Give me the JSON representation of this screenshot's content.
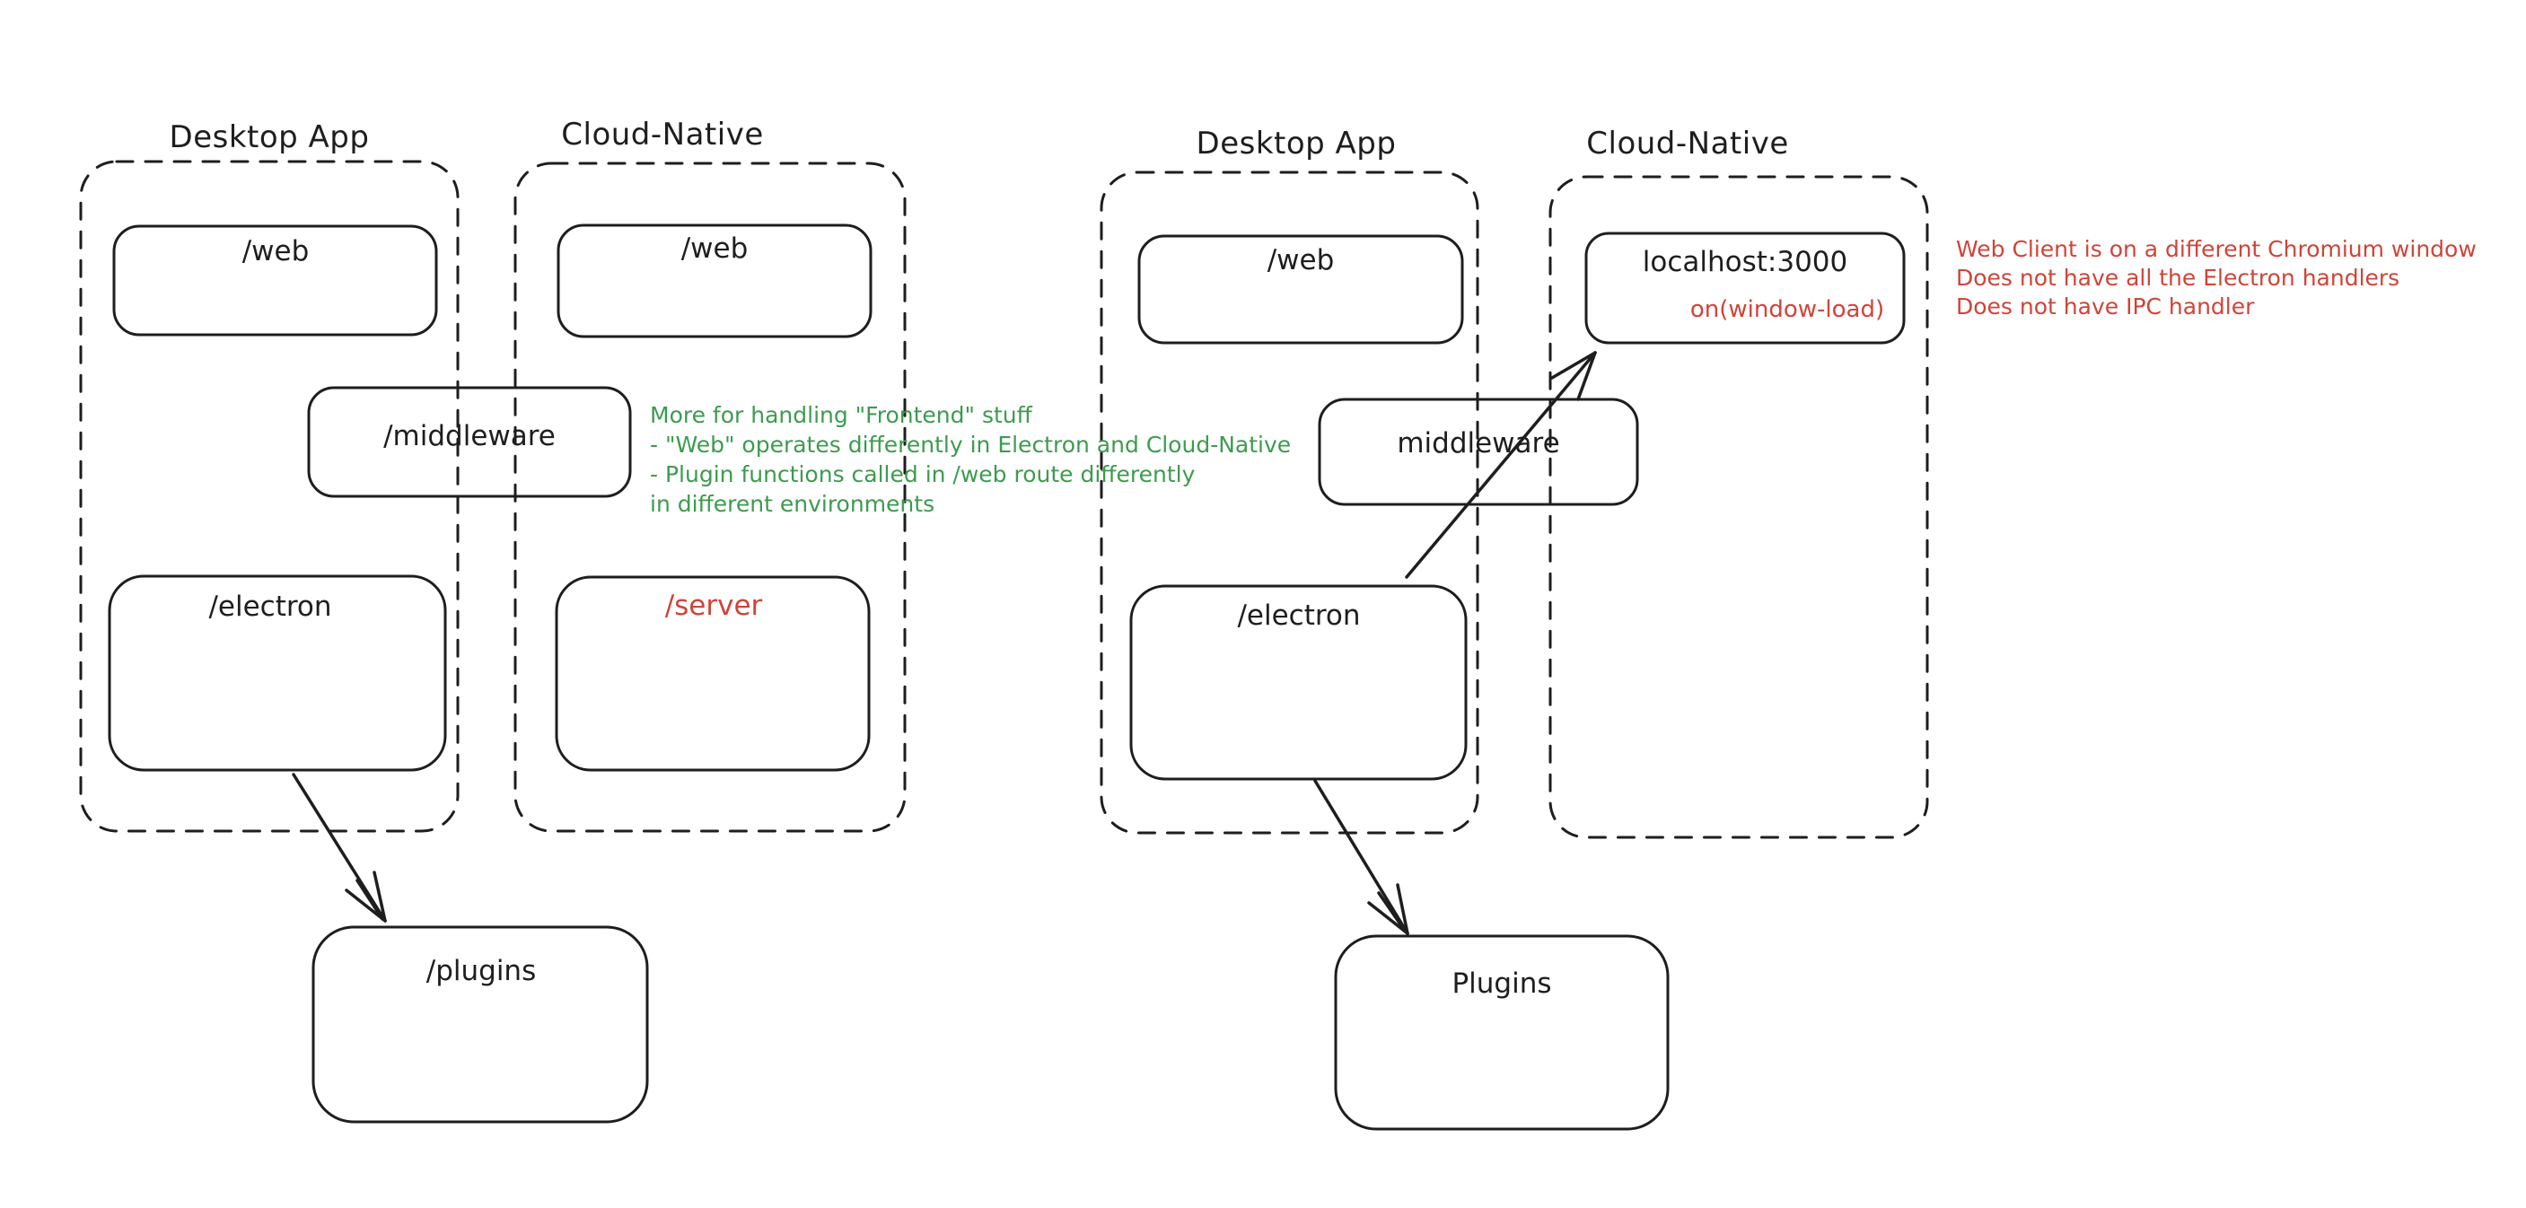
{
  "colors": {
    "background": "#ffffff",
    "stroke": "#1e1e1e",
    "red": "#cf4439",
    "green": "#3d9b4f"
  },
  "left": {
    "desktop_group_label": "Desktop App",
    "cloud_group_label": "Cloud-Native",
    "desktop_web_label": "/web",
    "cloud_web_label": "/web",
    "middleware_label": "/middleware",
    "electron_label": "/electron",
    "server_label": "/server",
    "plugins_label": "/plugins",
    "note": {
      "lines": [
        "More for handling \"Frontend\" stuff",
        "- \"Web\" operates differently in Electron and Cloud-Native",
        "- Plugin functions called in /web route differently",
        "in different environments"
      ]
    }
  },
  "right": {
    "desktop_group_label": "Desktop App",
    "cloud_group_label": "Cloud-Native",
    "web_label": "/web",
    "localhost_label": "localhost:3000",
    "window_load_label": "on(window-load)",
    "middleware_label": "middleware",
    "electron_label": "/electron",
    "plugins_label": "Plugins",
    "note": {
      "lines": [
        "Web Client is on a different Chromium window",
        "Does not have all the Electron handlers",
        "Does not have IPC handler"
      ]
    }
  }
}
